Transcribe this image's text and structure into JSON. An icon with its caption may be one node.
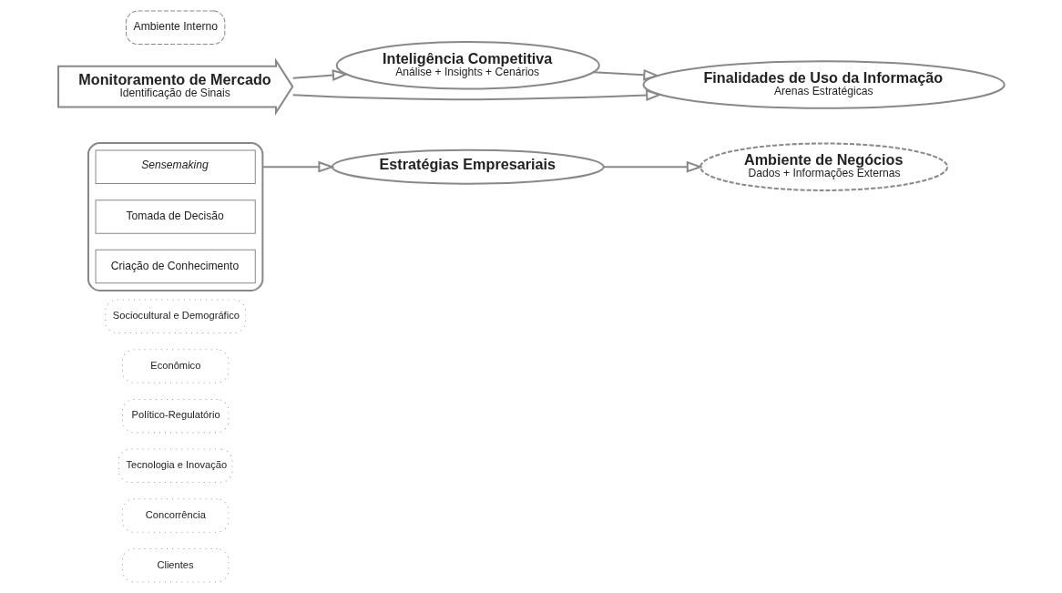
{
  "diagram": {
    "nodes": [
      {
        "text": [
          "Clientes"
        ]
      },
      {
        "text": [
          "Concorrência"
        ]
      },
      {
        "text": [
          "Tecnologia e Inovação"
        ]
      },
      {
        "text": [
          "Político-Regulatório"
        ]
      },
      {
        "text": [
          "Econômico"
        ]
      },
      {
        "text": [
          "Sociocultural e Demográfico"
        ]
      },
      {
        "text": [
          "Ambiente de Negócios",
          "Dados + Informações Externas"
        ]
      },
      {
        "text": [
          "Monitoramento de Mercado",
          "Identificação de Sinais"
        ]
      },
      {
        "text": [
          "Inteligência Competitiva",
          "Análise + Insights + Cenários"
        ]
      },
      {
        "text": [
          "Finalidades de Uso da Informação",
          "Arenas Estratégicas"
        ]
      },
      {
        "text": [],
        "shape": "arrow"
      },
      {
        "text": [
          "Sensemaking"
        ],
        "in": 10
      },
      {
        "text": [
          "Tomada de Decisão"
        ],
        "in": 10
      },
      {
        "text": [
          "Criação de Conhecimento"
        ],
        "in": 10
      },
      {
        "text": [
          "Estratégias Empresariais"
        ]
      },
      {
        "text": [
          "Ambiente Interno"
        ]
      }
    ],
    "edges": [
      {
        "from": 7,
        "to": 8,
        "arrow": "to"
      },
      {
        "from": 7,
        "to": 9,
        "arrow": "to"
      },
      {
        "from": 8,
        "to": 9,
        "arrow": "to"
      },
      {
        "from": 10,
        "to": 14,
        "arrow": "to"
      },
      {
        "from": 14,
        "to": 6,
        "arrow": "to"
      }
    ]
  }
}
